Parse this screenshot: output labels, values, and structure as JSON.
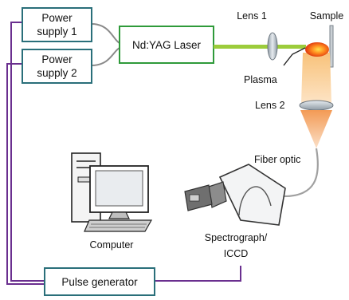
{
  "boxes": {
    "power_supply_1": {
      "line1": "Power",
      "line2": "supply 1"
    },
    "power_supply_2": {
      "line1": "Power",
      "line2": "supply 2"
    },
    "laser": {
      "label": "Nd:YAG Laser"
    },
    "pulse_generator": {
      "label": "Pulse generator"
    }
  },
  "labels": {
    "lens1": "Lens 1",
    "lens2": "Lens 2",
    "sample": "Sample",
    "plasma": "Plasma",
    "fiber_optic": "Fiber optic",
    "computer": "Computer",
    "spectrograph_line1": "Spectrograph/",
    "spectrograph_line2": "ICCD"
  },
  "colors": {
    "box_border": "#2a6f7a",
    "laser_box_border": "#2f9a3a",
    "laser_beam": "#9ccc3b",
    "wire_gray": "#8a8a8a",
    "wire_purple": "#6a2f8f",
    "plasma_core": "#e03a10",
    "emission": "#f2a66a"
  }
}
